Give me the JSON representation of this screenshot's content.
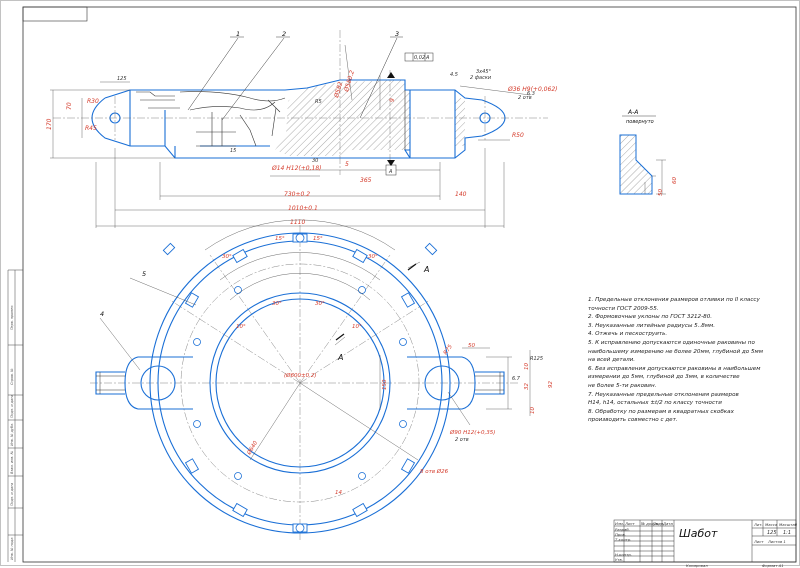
{
  "drawing": {
    "title": "Шабот",
    "mass": "125",
    "scale": "1:1",
    "sheet_label": "Лист",
    "sheets_label": "Листов 1",
    "copied_label": "Копировал",
    "format_label": "Формат А1"
  },
  "title_block": {
    "headers": [
      "Лит.",
      "Масса",
      "Масштаб"
    ],
    "rows": [
      "Изм. Лист",
      "№ докум.",
      "Подп.",
      "Дата",
      "Разраб.",
      "Пров.",
      "Т.контр.",
      "Н.контр.",
      "Утв."
    ]
  },
  "left_strip": [
    "Перв. примен.",
    "Справ. №",
    "Подп. и дата",
    "Инв. № дубл.",
    "Взам. инв. №",
    "Подп. и дата",
    "Инв. № подл."
  ],
  "section_view": {
    "title": "A-A",
    "subtitle": "повернуто",
    "dims": [
      "60",
      "50"
    ]
  },
  "callouts": [
    "1",
    "2",
    "3",
    "4",
    "5"
  ],
  "cutting_plane_label": "A",
  "top_view_dims": {
    "flange": "125",
    "r30": "R30",
    "r45": "R45",
    "r50": "R50",
    "h170": "170",
    "h70": "70",
    "r5": "R5",
    "r125": "R125",
    "bore_bottom": "Ø14 H12(+0,18)",
    "bore_top": "Ø36 H9(+0,062)",
    "bore_top_note": "2 отв",
    "chamfer": "3x45°",
    "chamfer_note": "2 фаски",
    "d580": "Ø580.2",
    "d582": "Ø582",
    "d30": "30",
    "d4": "4.5",
    "d63": "6.3",
    "d15": "15",
    "flat": "0,02",
    "datum": "A",
    "d365": "365",
    "d140": "140",
    "d730": "730±0.2",
    "d1010": "1010±0.1",
    "d1110": "1110",
    "d5": "5",
    "d9": "9"
  },
  "plan_view_dims": {
    "a15a": "15°",
    "a15b": "15°",
    "a30a": "30°",
    "a30b": "30°",
    "a30c": "30°",
    "a30d": "30°",
    "a10a": "10°",
    "a10b": "10°",
    "d600": "(Ø600±0.2)",
    "d640": "Ø640",
    "holes": "8 отв Ø26",
    "d150": "150",
    "d50": "50",
    "r75": "R75",
    "r125": "R125",
    "d67": "6.7",
    "d32": "32",
    "d10a": "10",
    "d10b": "10",
    "d92": "92",
    "d14": "14",
    "bore": "Ø90 H12(+0,35)",
    "bore_note": "2 отв"
  },
  "notes": [
    "1. Предельные отклонения размеров отливки по II классу",
    "    точности ГОСТ 2009-55.",
    "2. Формовочные уклоны по ГОСТ 3212-80.",
    "3. Неуказанные литейные радиусы 5..8мм.",
    "4. Отжечь и пескоструить.",
    "5. К исправлению допускаются одиночные раковины по",
    "    наибольшему измерению не более 20мм, глубиной до 5мм",
    "    на всей детали.",
    "6. Без исправления допускаются раковины в наибольшем",
    "    измерении до 5мм, глубиной до 3мм, в количестве",
    "    не более 5-ти раковин.",
    "7. Неуказанные предельные отклонения размеров",
    "    H14, h14, остальных ±t/2 по классу точности",
    "8. Обработку по размерам в квадратных скобках",
    "    производить совместно с дет."
  ]
}
